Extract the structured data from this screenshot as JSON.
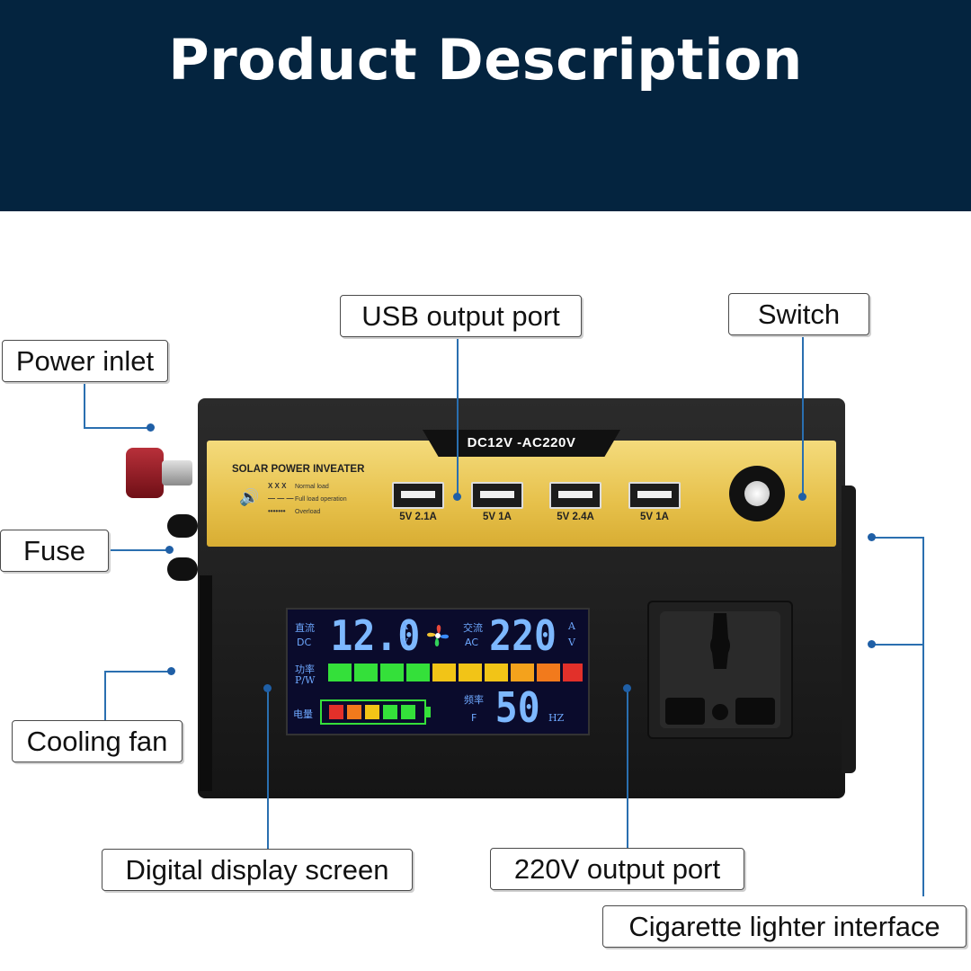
{
  "header": {
    "title": "Product Description"
  },
  "callouts": {
    "usb_output_port": "USB output port",
    "switch": "Switch",
    "power_inlet": "Power inlet",
    "fuse": "Fuse",
    "cooling_fan": "Cooling fan",
    "digital_display_screen": "Digital display screen",
    "output_port_220v": "220V output port",
    "cigarette_lighter_interface": "Cigarette lighter interface"
  },
  "device": {
    "model": "DC12V -AC220V",
    "brand": "SOLAR POWER INVEATER",
    "legend": [
      {
        "symbol": "X X X",
        "text": "Normal load"
      },
      {
        "symbol": "— — —",
        "text": "Full load operation"
      },
      {
        "symbol": "•••••••",
        "text": "Overload"
      }
    ],
    "usb_ports": [
      "5V 2.1A",
      "5V 1A",
      "5V 2.4A",
      "5V 1A"
    ]
  },
  "display": {
    "dc_label_cn": "直流",
    "dc_label": "DC",
    "dc_value": "12.0",
    "dc_unit_a": "A",
    "dc_unit_v": "V",
    "ac_label_cn": "交流",
    "ac_label": "AC",
    "ac_value": "220",
    "ac_unit_a": "A",
    "ac_unit_v": "V",
    "power_label_cn": "功率",
    "power_label": "P/W",
    "battery_label_cn": "电量",
    "freq_label_cn": "频率",
    "freq_label": "F",
    "freq_value": "50",
    "freq_unit": "HZ"
  },
  "colors": {
    "header_bg": "#04243f",
    "leader_line": "#2a6fb0",
    "panel_gold": "#e6c04a",
    "lcd_bg": "#0a0b2c",
    "lcd_text": "#7db8ff"
  }
}
